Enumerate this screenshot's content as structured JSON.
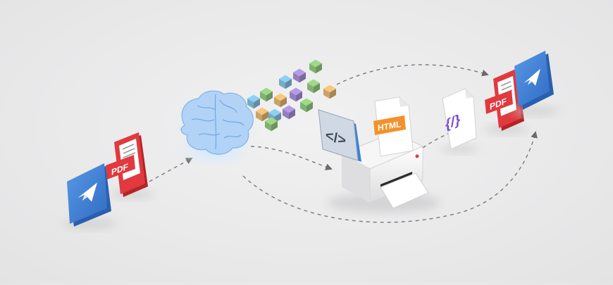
{
  "diagram": {
    "source_document": {
      "label": "PDF",
      "icon": "pdf-document-icon"
    },
    "source_app": {
      "icon": "telegram-paper-plane-icon"
    },
    "processor": {
      "icon": "ai-brain-icon"
    },
    "data_blocks": {
      "icon": "data-cube-icon",
      "colors": [
        "#8fd0f2",
        "#b59ae8",
        "#9fd98a",
        "#f6c77c"
      ]
    },
    "code_panel": {
      "label": "</>",
      "icon": "code-brackets-icon"
    },
    "html_document": {
      "label": "HTML",
      "icon": "html-document-icon"
    },
    "printer": {
      "icon": "printer-icon"
    },
    "code_document": {
      "label": "{/}",
      "icon": "code-file-icon"
    },
    "output_document": {
      "label": "PDF",
      "icon": "pdf-document-icon"
    },
    "output_app": {
      "icon": "telegram-paper-plane-icon"
    },
    "colors": {
      "pdf_red": "#e0393e",
      "telegram_blue": "#3d7fd6",
      "html_orange": "#f2922c",
      "code_purple": "#7a4fd6",
      "code_yellow": "#f3b53a",
      "brain_blue": "#9cc9ff"
    }
  }
}
